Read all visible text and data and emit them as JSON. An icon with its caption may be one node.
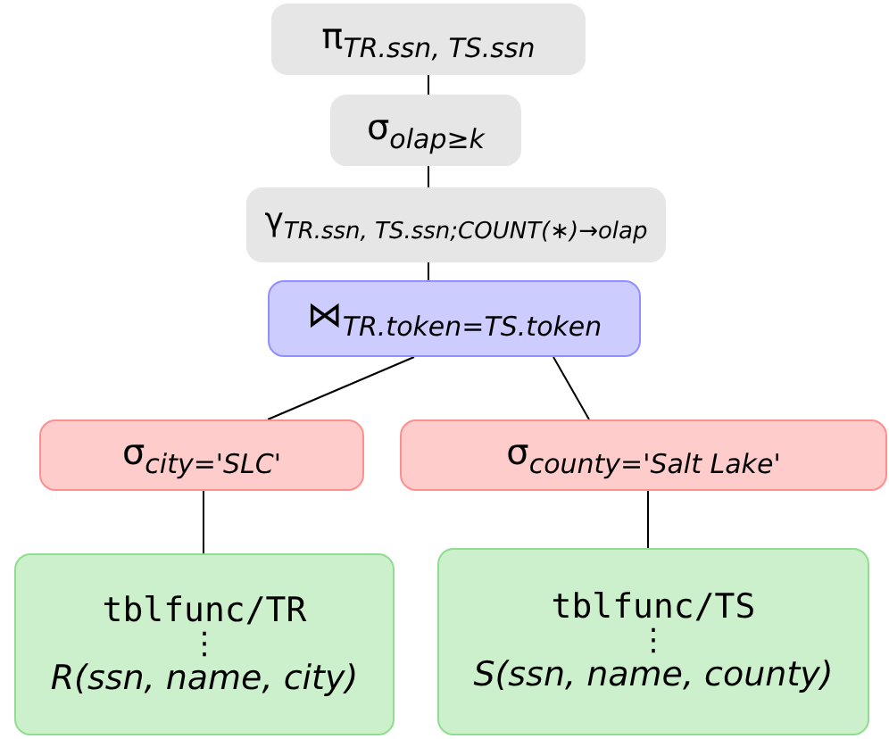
{
  "diagram": {
    "nodes": [
      {
        "text": [
          "π$_{TR.ssn, TS.ssn}$"
        ]
      },
      {
        "text": [
          "σ$_{olap≥k}$"
        ]
      },
      {
        "text": [
          "γ$_{TR.ssn, TS.ssn;COUNT(∗)→olap}$"
        ]
      },
      {
        "text": [
          "⋈$_{TR.token=TS.token}$"
        ]
      },
      {
        "text": [
          "σ$_{city='SLC'}$"
        ]
      },
      {
        "text": [
          "σ$_{county='Salt Lake'}$"
        ]
      },
      {
        "text": [
          "tblfunc/TR",
          "⋮",
          "R(ssn, name, city)"
        ]
      },
      {
        "text": [
          "tblfunc/TS",
          "⋮",
          "S(ssn, name, county)"
        ]
      }
    ],
    "edges": [
      {
        "from": 0,
        "to": 1,
        "arrow": "none"
      },
      {
        "from": 1,
        "to": 2,
        "arrow": "none"
      },
      {
        "from": 2,
        "to": 3,
        "arrow": "none"
      },
      {
        "from": 3,
        "to": 4,
        "arrow": "none"
      },
      {
        "from": 3,
        "to": 5,
        "arrow": "none"
      },
      {
        "from": 4,
        "to": 6,
        "arrow": "none"
      },
      {
        "from": 5,
        "to": 7,
        "arrow": "none"
      }
    ]
  }
}
